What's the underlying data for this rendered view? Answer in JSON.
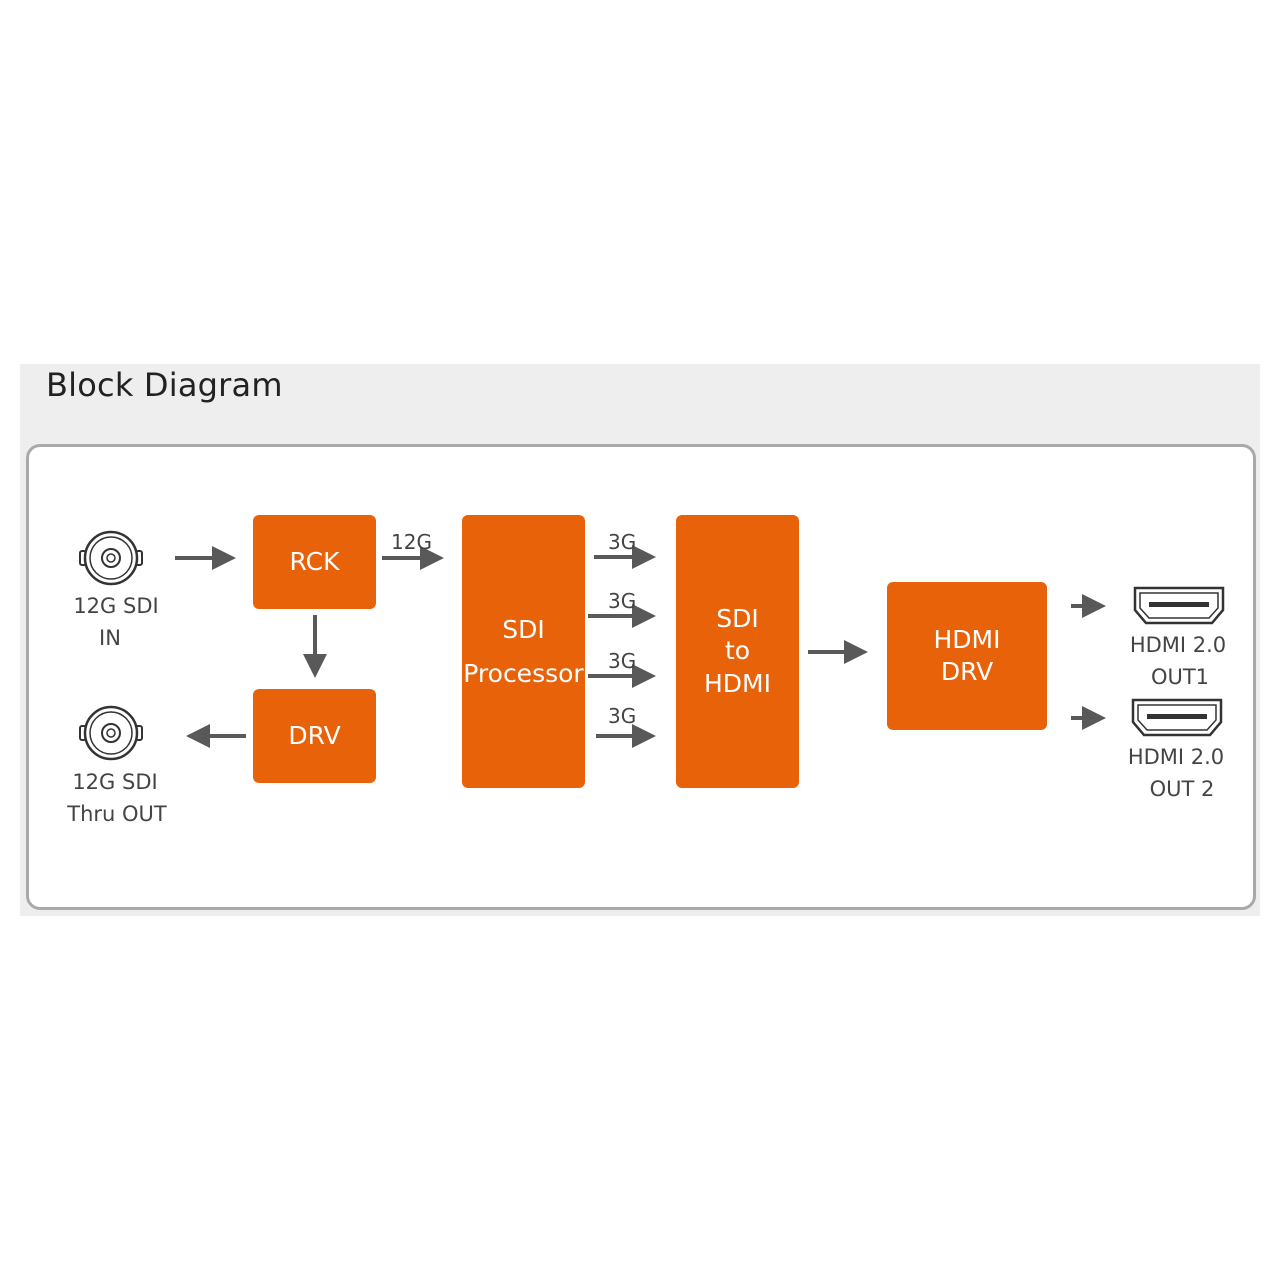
{
  "title": "Block Diagram",
  "colors": {
    "block": "#e8620a",
    "arrow": "#595959",
    "panel": "#eeeeee",
    "frame_border": "#a9a9a9"
  },
  "blocks": {
    "rck": [
      "RCK"
    ],
    "drv": [
      "DRV"
    ],
    "processor": [
      "SDI",
      "Processor"
    ],
    "sdi_to_hdmi": [
      "SDI",
      "to",
      "HDMI"
    ],
    "hdmi_drv": [
      "HDMI",
      "DRV"
    ]
  },
  "ports": {
    "sdi_in": [
      "12G SDI",
      "IN"
    ],
    "sdi_thru": [
      "12G SDI",
      "Thru OUT"
    ],
    "hdmi_out1": [
      "HDMI 2.0",
      "OUT1"
    ],
    "hdmi_out2": [
      "HDMI 2.0",
      "OUT 2"
    ]
  },
  "icons": {
    "sdi_in": "bnc-connector-icon",
    "sdi_thru": "bnc-connector-icon",
    "hdmi_out1": "hdmi-port-icon",
    "hdmi_out2": "hdmi-port-icon"
  },
  "signals": {
    "rck_to_processor": "12G",
    "lane1": "3G",
    "lane2": "3G",
    "lane3": "3G",
    "lane4": "3G"
  }
}
